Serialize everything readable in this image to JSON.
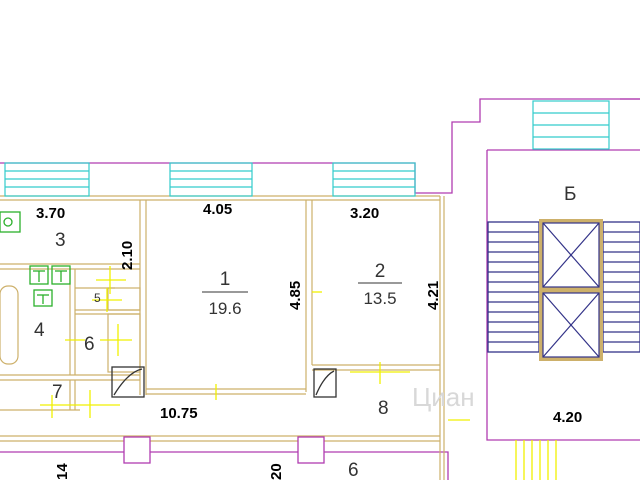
{
  "colors": {
    "wall": "#cdb06a",
    "outer": "#b03cb0",
    "window": "#33cccc",
    "stair": "#333388",
    "mark": "#f0f000",
    "text": "#000000"
  },
  "rooms": [
    {
      "number": "1",
      "area": "19.6"
    },
    {
      "number": "2",
      "area": "13.5"
    },
    {
      "number": "3"
    },
    {
      "number": "4"
    },
    {
      "number": "5"
    },
    {
      "number": "6"
    },
    {
      "number": "7"
    },
    {
      "number": "8"
    },
    {
      "number": "6"
    }
  ],
  "dimensions": [
    "3.70",
    "4.05",
    "3.20",
    "2.10",
    "4.85",
    "4.21",
    "10.75",
    "4.20",
    "14",
    "20"
  ],
  "stair_label": "Б",
  "watermark": "Циан"
}
